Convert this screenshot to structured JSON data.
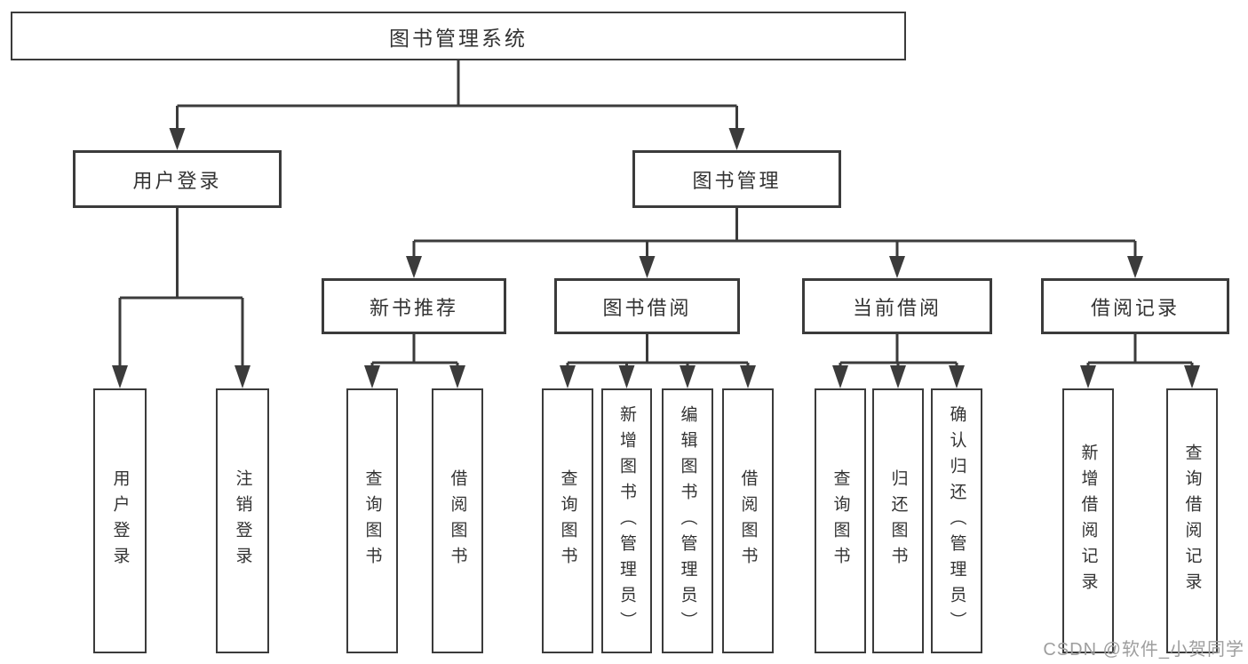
{
  "diagram": {
    "type": "hierarchy-tree",
    "nodes": {
      "root": {
        "label": "图书管理系统"
      },
      "user_login": {
        "label": "用户登录",
        "children": [
          {
            "label": "用户登录"
          },
          {
            "label": "注销登录"
          }
        ]
      },
      "book_mgmt": {
        "label": "图书管理"
      },
      "new_book": {
        "label": "新书推荐",
        "children": [
          {
            "label": "查询图书"
          },
          {
            "label": "借阅图书"
          }
        ]
      },
      "book_borrow": {
        "label": "图书借阅",
        "children": [
          {
            "label": "查询图书"
          },
          {
            "label": "新增图书（管理员）"
          },
          {
            "label": "编辑图书（管理员）"
          },
          {
            "label": "借阅图书"
          }
        ]
      },
      "current_borrow": {
        "label": "当前借阅",
        "children": [
          {
            "label": "查询图书"
          },
          {
            "label": "归还图书"
          },
          {
            "label": "确认归还（管理员）"
          }
        ]
      },
      "borrow_record": {
        "label": "借阅记录",
        "children": [
          {
            "label": "新增借阅记录"
          },
          {
            "label": "查询借阅记录"
          }
        ]
      }
    },
    "colors": {
      "line": "#3b3b3b",
      "text": "#333333",
      "background": "#ffffff",
      "watermark": "#9e9e9e"
    }
  },
  "watermark": {
    "text": "CSDN @软件_小贺同学"
  }
}
